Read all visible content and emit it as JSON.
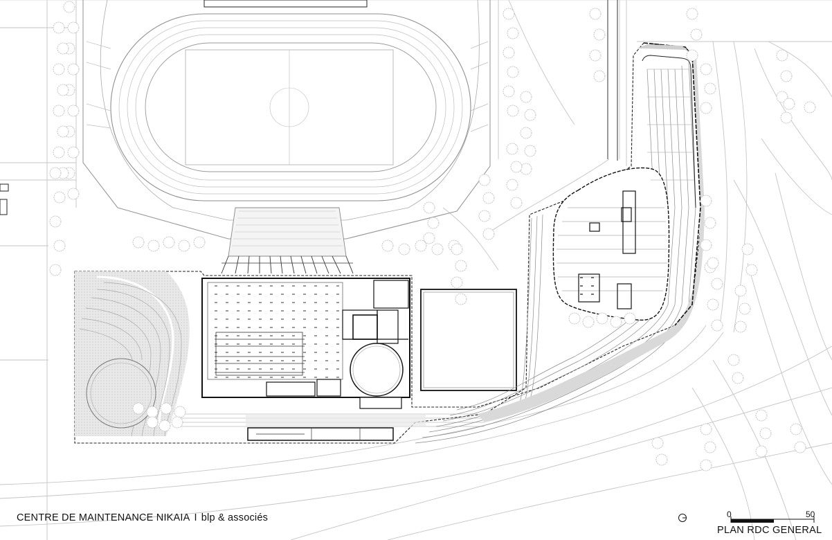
{
  "caption": {
    "project": "CENTRE DE MAINTENANCE NIKAIA",
    "separator": "I",
    "architect": "blp & associés"
  },
  "scale_bar": {
    "start": "0",
    "end": "50"
  },
  "plan_title": "PLAN RDC GENERAL",
  "colors": {
    "line": "#9a9a9a",
    "heavy_line": "#1a1a1a",
    "tree": "#b8b8b8",
    "fill_grey": "#e4e4e4"
  }
}
